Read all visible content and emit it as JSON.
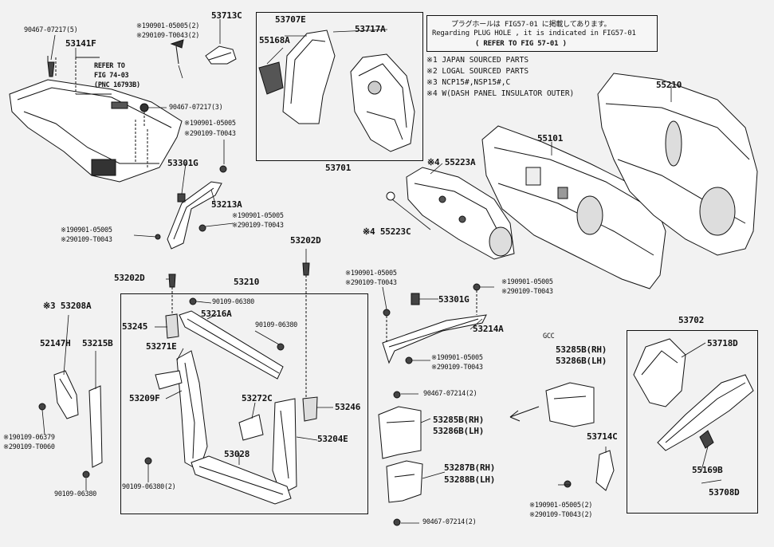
{
  "note": {
    "line1": "プラグホールは FIG57-01 に掲載してあります。",
    "line2": "Regarding PLUG HOLE , it is indicated in FIG57-01",
    "line3": "(  REFER TO FIG 57-01 )"
  },
  "legend": [
    "※1 JAPAN SOURCED PARTS",
    "※2 LOGAL SOURCED PARTS",
    "※3 NCP15#,NSP15#,C",
    "※4 W(DASH PANEL INSULATOR OUTER)"
  ],
  "refer": {
    "line1": "REFER TO",
    "line2": "FIG 74-03",
    "line3": "(PNC 16793B)"
  },
  "gcc_label": "GCC",
  "labels": {
    "p90467_5": "90467-07217(5)",
    "p53141F": "53141F",
    "p53713C": "53713C",
    "p53713C_a": "※190901-05005(2)",
    "p53713C_b": "※290109-T0043(2)",
    "p90467_3": "90467-07217(3)",
    "p190901_a": "※190901-05005",
    "p290109_a": "※290109-T0043",
    "p53301G": "53301G",
    "p53213A": "53213A",
    "p190901_b": "※190901-05005",
    "p290109_b": "※290109-T0043",
    "p190901_c": "※190901-05005",
    "p290109_c": "※290109-T0043",
    "p53707E": "53707E",
    "p53717A": "53717A",
    "p55168A": "55168A",
    "p53701": "53701",
    "p55223A": "※4 55223A",
    "p55223C": "※4 55223C",
    "p55101": "55101",
    "p55210": "55210",
    "p53202D_top": "53202D",
    "p53202D_left": "53202D",
    "p53210": "53210",
    "p90109_a": "90109-06380",
    "p90109_b": "90109-06380",
    "p53208A": "※3 53208A",
    "p52147H": "52147H",
    "p53215B": "53215B",
    "p53245": "53245",
    "p53216A": "53216A",
    "p53271E": "53271E",
    "p53209F": "53209F",
    "p53272C": "53272C",
    "p53246": "53246",
    "p53204E": "53204E",
    "p53028": "53028",
    "p90109_2": "90109-06380(2)",
    "p190109": "※190109-06379",
    "p290109_d": "※290109-T0060",
    "p90109_c": "90109-06380",
    "p190901_d": "※190901-05005",
    "p290109_e": "※290109-T0043",
    "p53301G_b": "53301G",
    "p190901_e": "※190901-05005",
    "p290109_f": "※290109-T0043",
    "p53214A": "53214A",
    "p190901_f": "※190901-05005",
    "p290109_g": "※290109-T0043",
    "p90467_2a": "90467-07214(2)",
    "p53285B": "53285B(RH)",
    "p53286B": "53286B(LH)",
    "p53287B": "53287B(RH)",
    "p53288B": "53288B(LH)",
    "p90467_2b": "90467-07214(2)",
    "p53285B_g": "53285B(RH)",
    "p53286B_g": "53286B(LH)",
    "p53714C": "53714C",
    "p190901_g": "※190901-05005(2)",
    "p290109_h": "※290109-T0043(2)",
    "p53702": "53702",
    "p53718D": "53718D",
    "p55169B": "55169B",
    "p53708D": "53708D"
  }
}
